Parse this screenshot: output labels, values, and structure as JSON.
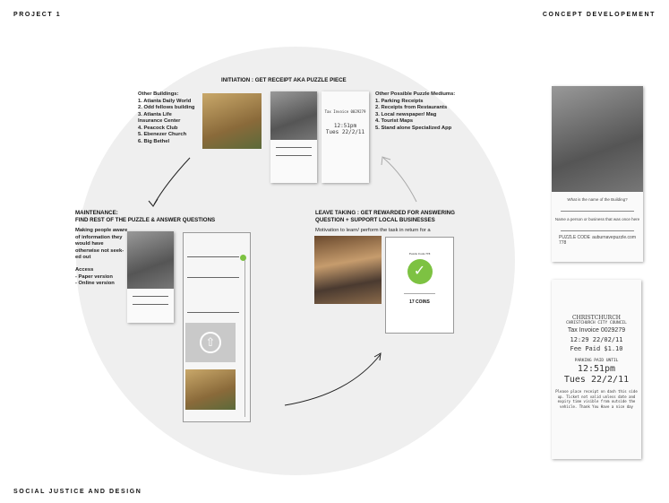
{
  "header": {
    "left": "PROJECT 1",
    "right": "CONCEPT DEVELOPEMENT"
  },
  "footer": {
    "left": "SOCIAL JUSTICE AND DESIGN"
  },
  "initiation": {
    "title": "INITIATION : GET RECEIPT AKA PUZZLE PIECE",
    "buildings_title": "Other Buildings:",
    "buildings": [
      "1. Atlanta Daily World",
      "2. Odd fellows building",
      "3. Atlanta Life",
      "Insurance Center",
      "4. Peacock Club",
      "5. Ebenezer Church",
      "6. Big Bethel"
    ],
    "mediums_title": "Other Possible Puzzle Mediums:",
    "mediums": [
      "1. Parking Receipts",
      "2. Receipts from Restaurants",
      "3. Local newspaper/ Mag",
      "4. Tourist Maps",
      "5. Stand alone Specialized App"
    ]
  },
  "maintenance": {
    "title_1": "MAINTENANCE:",
    "title_2": "FIND REST OF THE PUZZLE & ANSWER QUESTIONS",
    "text": "Making people aware of information they would have otherwise not seek-ed out",
    "access_title": "Access",
    "access": [
      "- Paper version",
      "- Online version"
    ]
  },
  "leave_taking": {
    "title": "LEAVE TAKING : GET REWARDED FOR ANSWERING QUESTION + SUPPORT LOCAL BUSINESSES",
    "text": "Motivation to learn/ perform the task in return for a",
    "code_label": "Puzzle Code 778",
    "reward": "17 COINS"
  },
  "puzzle_card": {
    "q1": "What is the name of the Building?",
    "q2": "Name a person or business that was once here",
    "code": "PUZZLE CODE 778",
    "site": "auburnavepuzzle.com"
  },
  "receipt": {
    "brand": "CHRISTCHURCH",
    "council": "CHRISTCHURCH CITY COUNCIL",
    "invoice": "Tax Invoice 0029279",
    "datetime": "12:29 22/02/11",
    "fee": "Fee Paid $1.10",
    "until": "PARKING PAID UNTIL",
    "time": "12:51pm",
    "date": "Tues 22/2/11",
    "note": "Please place receipt on dash this side up. Ticket not valid unless date and expiry time visible from outside the vehicle. Thank You Have a nice day"
  },
  "colors": {
    "circle": "#efefef",
    "check": "#7dc242"
  }
}
